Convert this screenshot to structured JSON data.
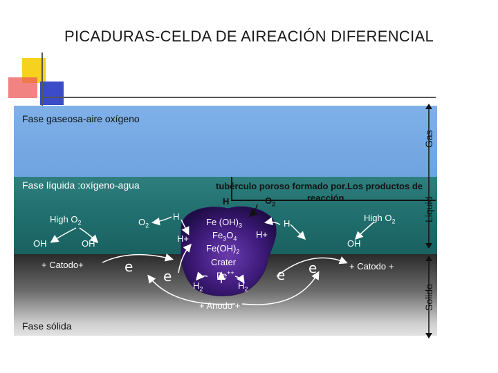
{
  "title": "PICADURAS-CELDA DE AIREACIÓN DIFERENCIAL",
  "zones": {
    "gas_phase": "Fase gaseosa-aire oxígeno",
    "liquid_phase": "Fase líquida :oxígeno-agua",
    "solid_phase": "Fase sólida"
  },
  "side_labels": {
    "gas": "Gas",
    "liquid": "Liquid",
    "solid": "Solido"
  },
  "tubercle": {
    "line1": "tubérculo poroso formado por.Los productos de",
    "line2": "reacción"
  },
  "left": {
    "high_o2": "High O",
    "o2_sub": "2",
    "oh_a": "OH",
    "oh_b": "OH",
    "cathode": "+ Catodo+",
    "o2": "O",
    "h": "H",
    "hplus": "H+",
    "e1": "e",
    "e2": "e"
  },
  "right": {
    "high_o2": "High O",
    "oh": "OH",
    "cathode": "+ Catodo +",
    "h": "H",
    "hplus": "H+",
    "e1": "e",
    "e2": "e"
  },
  "pit": {
    "h_top": "H",
    "o2": "O",
    "feoh3": "Fe (OH)",
    "feoh3_sub": "3",
    "fe3o4": "Fe",
    "fe3o4_sub1": "3",
    "fe3o4_mid": "O",
    "fe3o4_sub2": "4",
    "feoh2": "Fe(OH)",
    "feoh2_sub": "2",
    "crater": "Crater",
    "fe": "Fe",
    "fe_sup": "++",
    "h2_left": "H",
    "h2_right": "H",
    "h2_sub": "2",
    "anode": "+ Anodo +"
  },
  "colors": {
    "gas": "#78aae6",
    "liquid": "#236f6e",
    "pit": "#3a1a6e",
    "title": "#1a1a1a"
  }
}
